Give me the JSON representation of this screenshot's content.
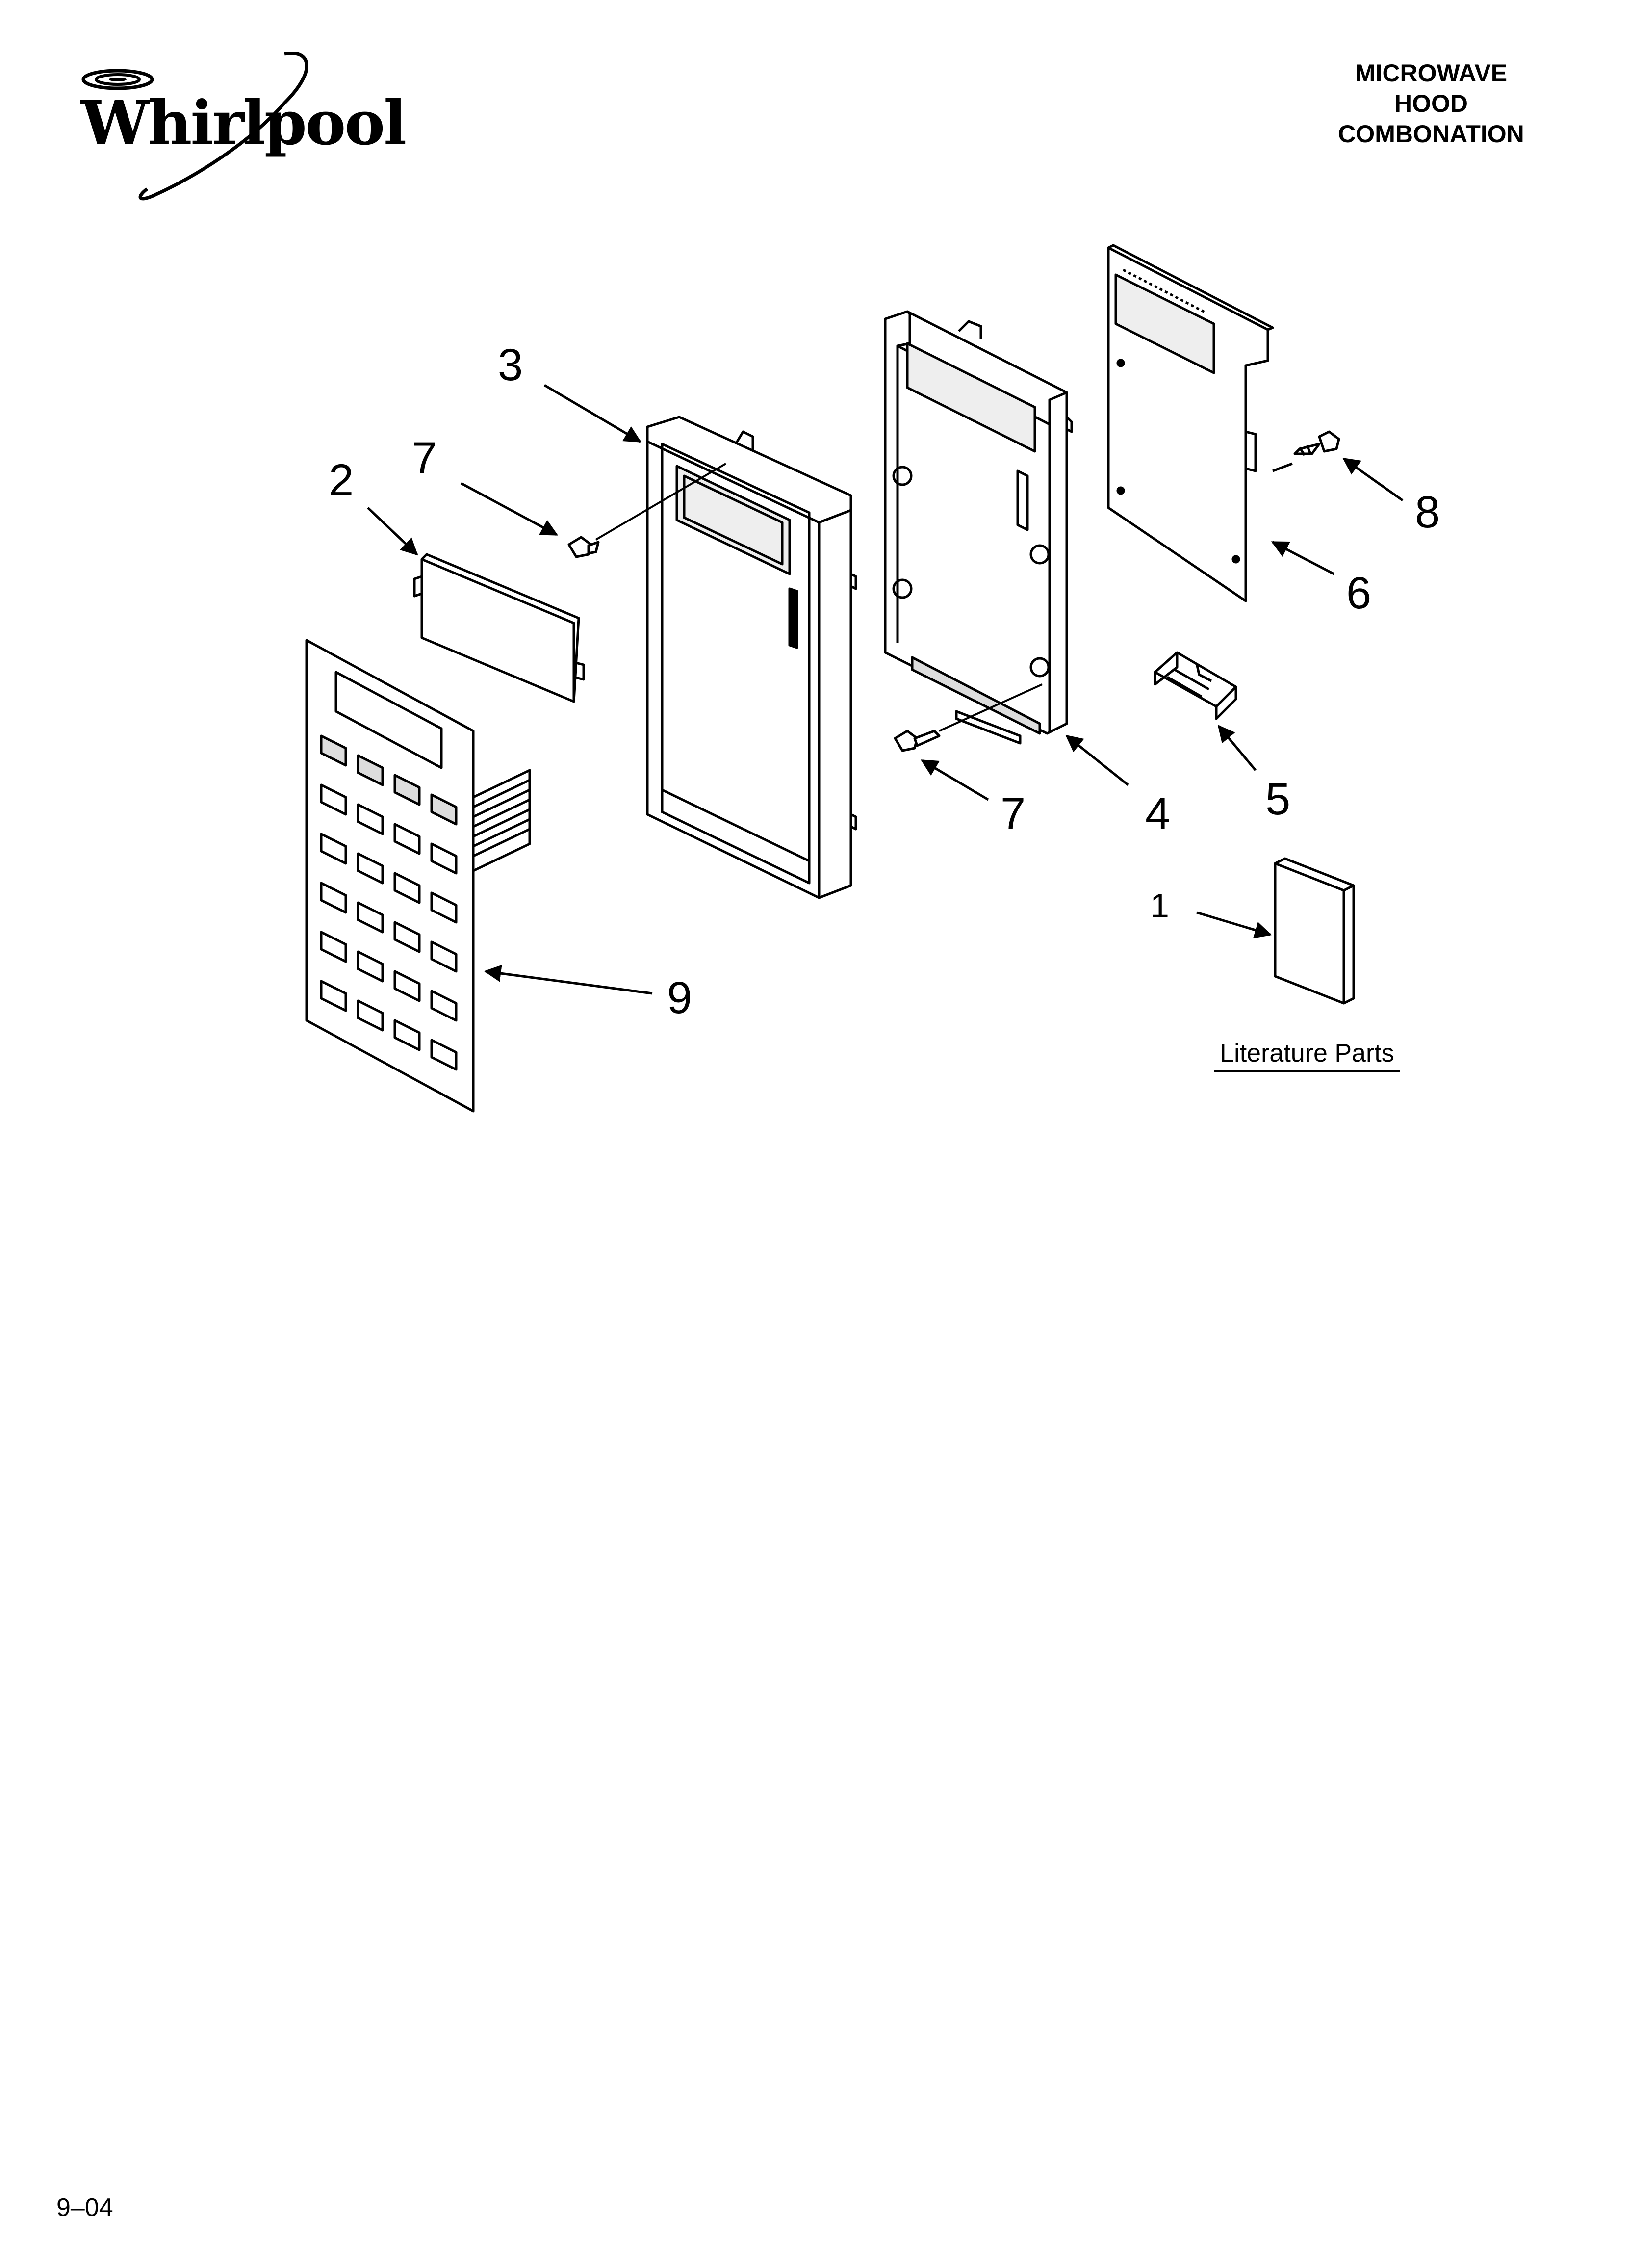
{
  "brand": {
    "name": "Whirlpool"
  },
  "header": {
    "title_lines": [
      "MICROWAVE",
      "HOOD",
      "COMBONATION"
    ]
  },
  "callouts": {
    "part_1": "1",
    "part_2": "2",
    "part_3": "3",
    "part_4": "4",
    "part_5": "5",
    "part_6": "6",
    "part_7a": "7",
    "part_7b": "7",
    "part_8": "8",
    "part_9": "9"
  },
  "literature": {
    "label": "Literature Parts"
  },
  "footer": {
    "code": "9–04"
  },
  "colors": {
    "ink": "#000000",
    "paper": "#ffffff",
    "shade": "#d9d9d9"
  }
}
